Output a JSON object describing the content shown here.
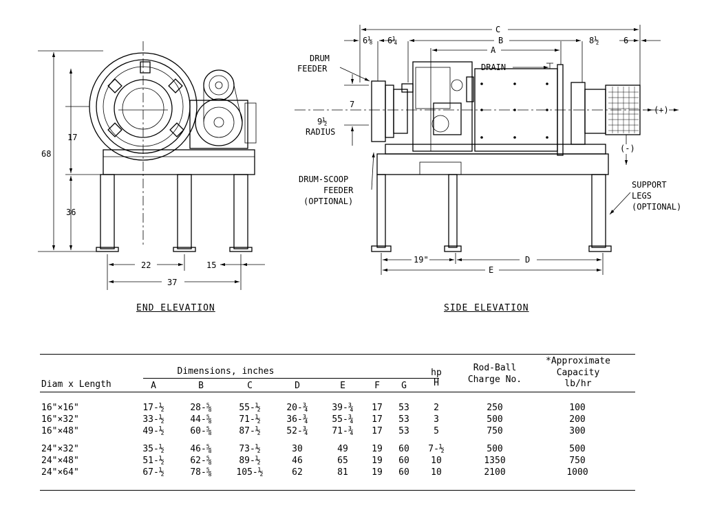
{
  "drawing": {
    "end_elevation": {
      "caption": "END ELEVATION",
      "dims": {
        "height_upper": "17",
        "height_total": "68",
        "height_legs": "36",
        "width_left": "22",
        "width_right": "15",
        "width_total": "37"
      }
    },
    "side_elevation": {
      "caption": "SIDE ELEVATION",
      "dims": {
        "c": "C",
        "b": "B",
        "a": "A",
        "d": "D",
        "e": "E",
        "d1": "6⅛",
        "d2": "6¼",
        "d3": "8½",
        "d4": "6",
        "d7": "7",
        "radius_num": "9½",
        "legs": "19\""
      },
      "labels": {
        "drum_feeder": [
          "DRUM",
          "FEEDER"
        ],
        "radius": "RADIUS",
        "drain": "DRAIN",
        "scoop": [
          "DRUM-SCOOP",
          "FEEDER",
          "(OPTIONAL)"
        ],
        "support": [
          "SUPPORT",
          "LEGS",
          "(OPTIONAL)"
        ],
        "plus": "(+)",
        "minus": "(-)"
      }
    }
  },
  "table": {
    "group_header": "Dimensions, inches",
    "columns": [
      "Diam x Length",
      "A",
      "B",
      "C",
      "D",
      "E",
      "F",
      "G"
    ],
    "hp_header": [
      "hp",
      "H"
    ],
    "charge_header": [
      "Rod-Ball",
      "Charge No."
    ],
    "capacity_header": [
      "*Approximate",
      "Capacity",
      "lb/hr"
    ],
    "rows": [
      [
        "16\"×16\"",
        "17-½",
        "28-⅝",
        "55-½",
        "20-¾",
        "39-¾",
        "17",
        "53",
        "2",
        "250",
        "100"
      ],
      [
        "16\"×32\"",
        "33-½",
        "44-⅝",
        "71-½",
        "36-¾",
        "55-¾",
        "17",
        "53",
        "3",
        "500",
        "200"
      ],
      [
        "16\"×48\"",
        "49-½",
        "60-⅝",
        "87-½",
        "52-¾",
        "71-¾",
        "17",
        "53",
        "5",
        "750",
        "300"
      ],
      [
        "24\"×32\"",
        "35-½",
        "46-⅝",
        "73-½",
        "30",
        "49",
        "19",
        "60",
        "7-½",
        "500",
        "500"
      ],
      [
        "24\"×48\"",
        "51-½",
        "62-⅝",
        "89-½",
        "46",
        "65",
        "19",
        "60",
        "10",
        "1350",
        "750"
      ],
      [
        "24\"×64\"",
        "67-½",
        "78-⅝",
        "105-½",
        "62",
        "81",
        "19",
        "60",
        "10",
        "2100",
        "1000"
      ]
    ]
  }
}
